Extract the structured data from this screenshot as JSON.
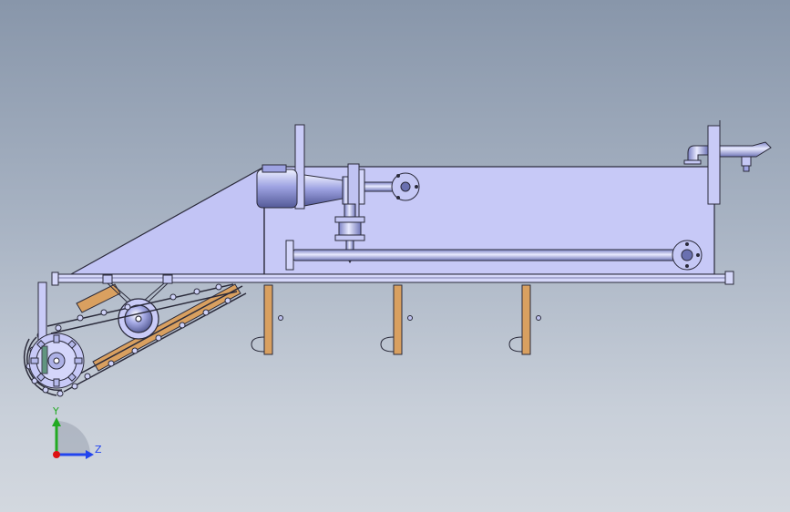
{
  "view": {
    "triad": {
      "y_label": "Y",
      "z_label": "Z",
      "y_color": "#22aa22",
      "z_color": "#2244ee",
      "origin_color": "#dd1111"
    }
  },
  "model": {
    "panel_fill": "#c7c9f7",
    "steel_fill": "#b4b8ea",
    "wood_fill": "#d9a060",
    "line_color": "#2a2a3a",
    "support_leg_count": 3
  }
}
